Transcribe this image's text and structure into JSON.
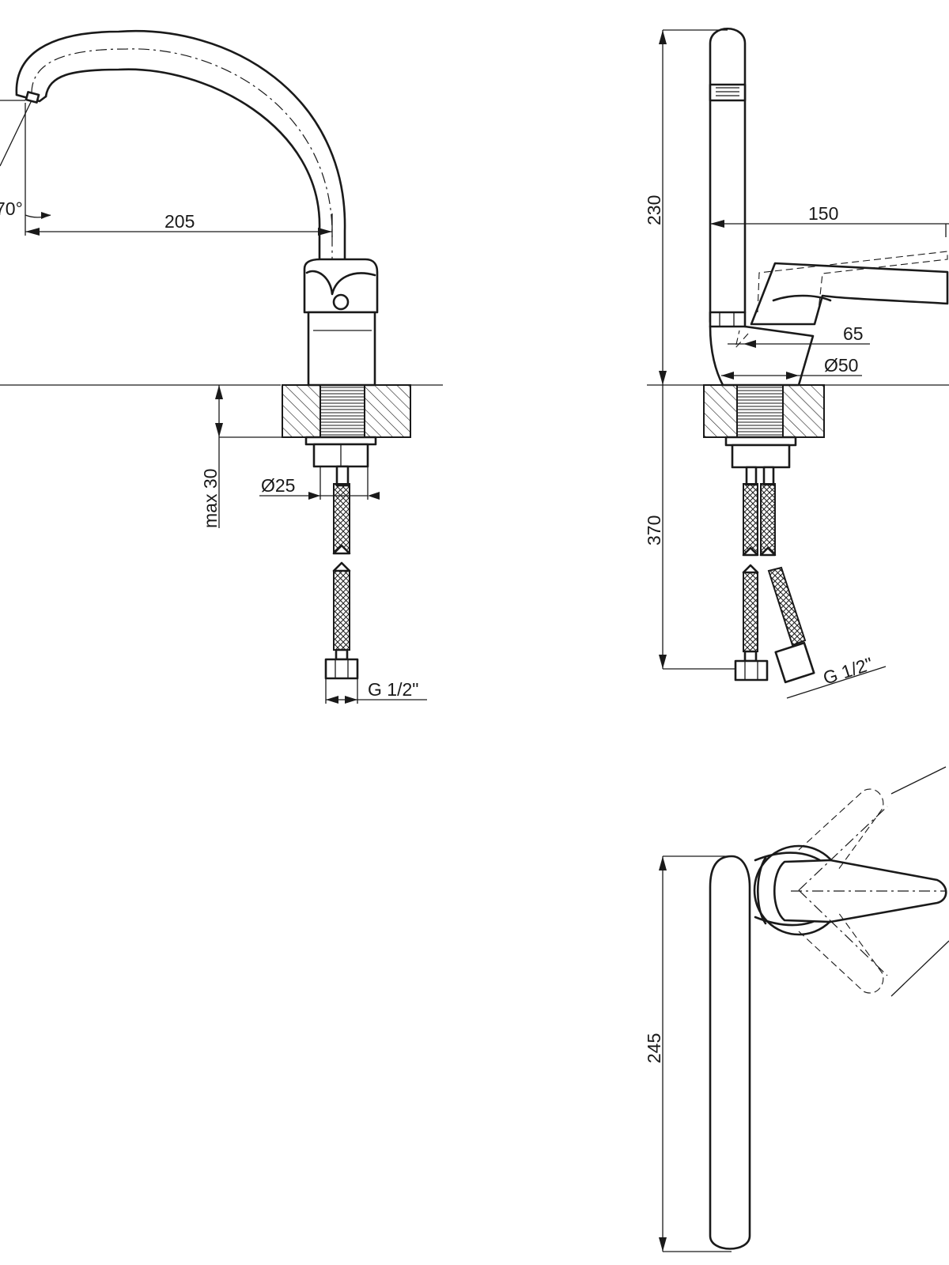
{
  "drawing": {
    "views": [
      "front-view",
      "side-view",
      "top-view"
    ],
    "front_view": {
      "swivel_angle": "70°",
      "spout_reach": "205",
      "max_thickness": "max 30",
      "shank_diameter": "Ø25",
      "hose_connection": "G 1/2\""
    },
    "side_view": {
      "total_height": "230",
      "handle_length": "150",
      "body_offset": "65",
      "body_diameter": "Ø50",
      "hose_length": "370",
      "hose_connection": "G 1/2\""
    },
    "top_view": {
      "spout_length": "245"
    },
    "colors": {
      "line": "#1a1a1a",
      "background": "#ffffff"
    }
  }
}
